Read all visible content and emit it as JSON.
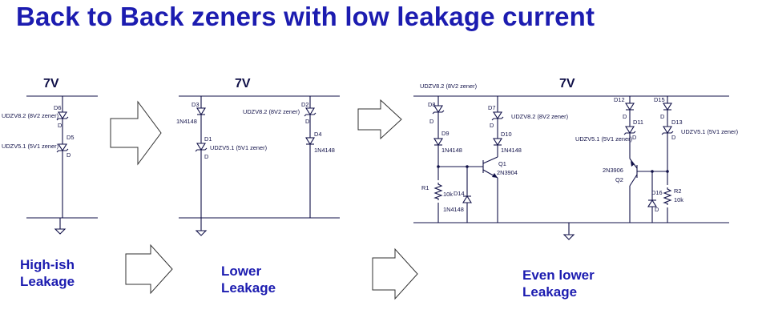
{
  "title": "Back to Back zeners with low leakage current",
  "captions": {
    "left": [
      "High-ish",
      "Leakage"
    ],
    "middle": [
      "Lower",
      "Leakage"
    ],
    "right": [
      "Even lower",
      "Leakage"
    ]
  },
  "circuit1": {
    "supply": "7V",
    "d6_ref": "D6",
    "d6_part": "UDZV8.2 (8V2 zener)",
    "d6_value": "D",
    "d5_ref": "D5",
    "d5_part": "UDZV5.1 (5V1 zener)",
    "d5_value": "D"
  },
  "circuit2": {
    "supply": "7V",
    "d3_ref": "D3",
    "d3_part": "1N4148",
    "d1_ref": "D1",
    "d1_part": "UDZV5.1 (5V1 zener)",
    "d1_value": "D",
    "d2_ref": "D2",
    "d2_part": "UDZV8.2 (8V2 zener)",
    "d2_value": "D",
    "d4_ref": "D4",
    "d4_part": "1N4148"
  },
  "circuit3": {
    "supply": "7V",
    "d8_ref": "D8",
    "d8_value": "D",
    "d8_part": "UDZV8.2 (8V2 zener)",
    "d9_ref": "D9",
    "d9_part": "1N4148",
    "r1_ref": "R1",
    "r1_value": "10k",
    "d14_ref": "D14",
    "d14_part": "1N4148",
    "d7_ref": "D7",
    "d7_value": "D",
    "d7_part": "UDZV8.2 (8V2 zener)",
    "d10_ref": "D10",
    "d10_part": "1N4148",
    "q1_ref": "Q1",
    "q1_part": "2N3904",
    "d12_ref": "D12",
    "d12_value": "D",
    "d11_ref": "D11",
    "d11_value": "D",
    "d11_part": "UDZV5.1 (5V1 zener)",
    "q2_ref": "Q2",
    "q2_part": "2N3906",
    "d16_ref": "D16",
    "d16_value": "D",
    "d15_ref": "D15",
    "d15_value": "D",
    "d13_ref": "D13",
    "d13_value": "D",
    "d13_part": "UDZV5.1 (5V1 zener)",
    "r2_ref": "R2",
    "r2_value": "10k"
  }
}
